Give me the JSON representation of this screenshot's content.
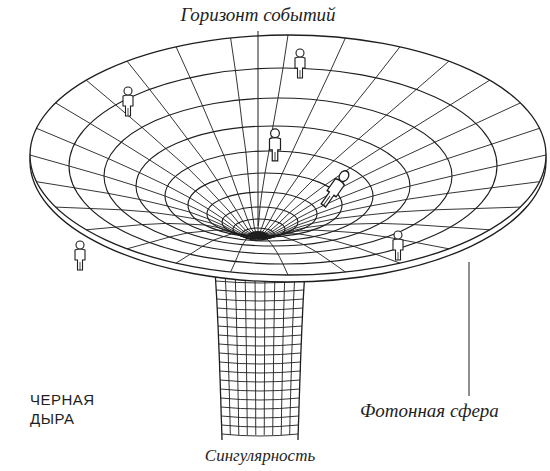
{
  "diagram": {
    "labels": [
      "Горизонт событий",
      "ЧЕРНАЯ ДЫРА",
      "Фотонная сфера",
      "Сингулярность"
    ]
  }
}
